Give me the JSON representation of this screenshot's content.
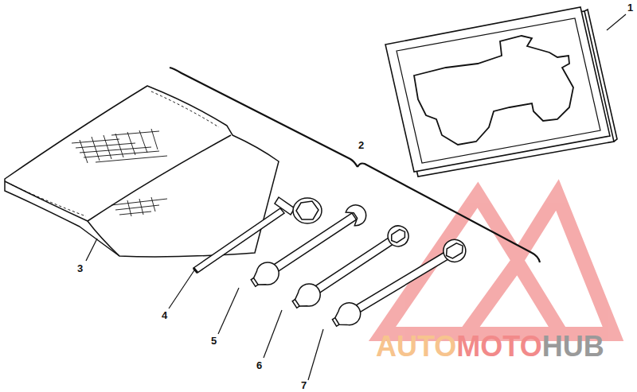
{
  "diagram": {
    "labels": [
      "1",
      "2",
      "3",
      "4",
      "5",
      "6",
      "7",
      "AUTO",
      "MOTO",
      "HUB"
    ]
  }
}
